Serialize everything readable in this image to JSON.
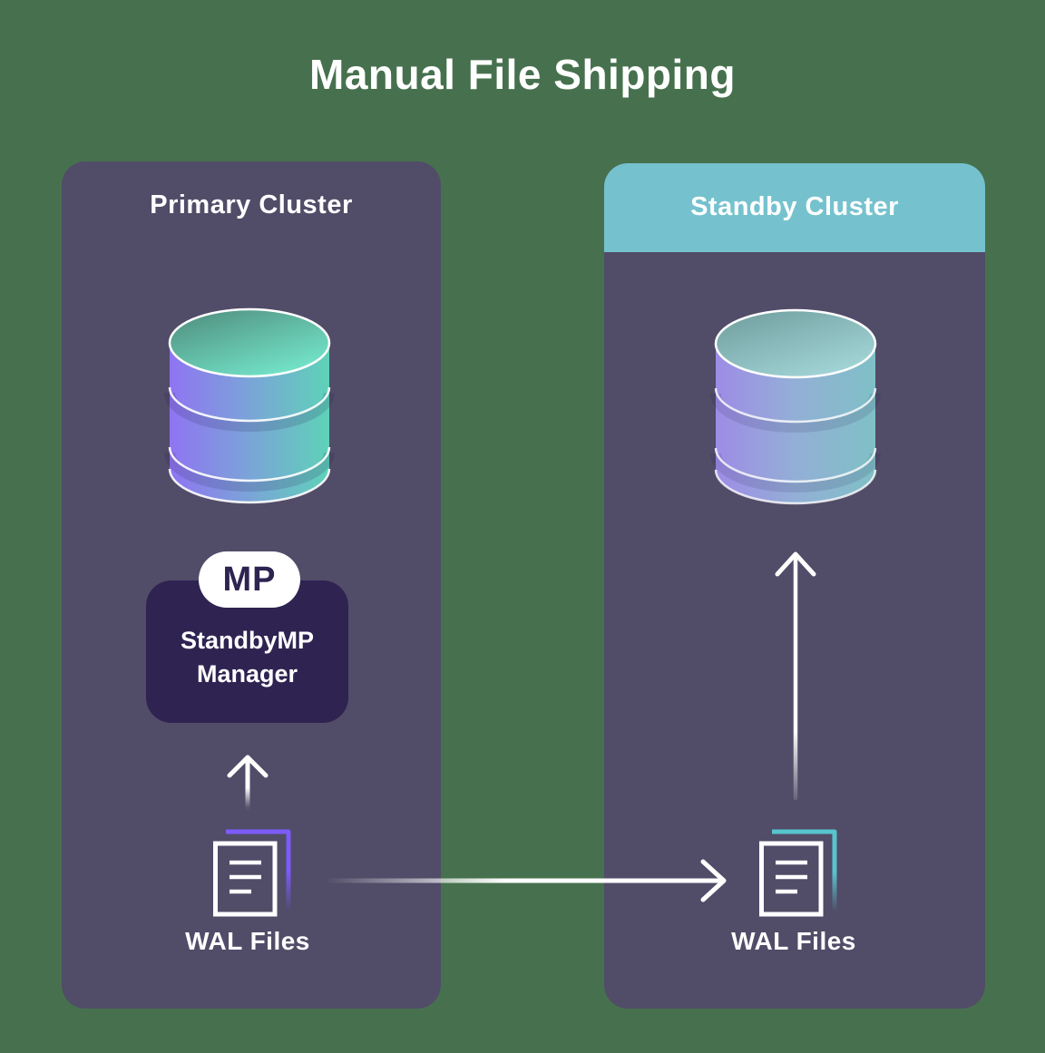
{
  "title": "Manual File Shipping",
  "colors": {
    "background": "#47714E",
    "panel": "#514C68",
    "standby_header_bg": "#75C2CE",
    "manager_box": "#2E2351",
    "primary_file_accent": "#7C5BFA",
    "standby_file_accent": "#58C4CD",
    "text": "#FFFFFF"
  },
  "primary_cluster": {
    "header": "Primary Cluster",
    "badge": "MP",
    "manager_name_line1": "StandbyMP",
    "manager_name_line2": "Manager",
    "wal_files_label": "WAL Files"
  },
  "standby_cluster": {
    "header": "Standby Cluster",
    "wal_files_label": "WAL Files"
  }
}
